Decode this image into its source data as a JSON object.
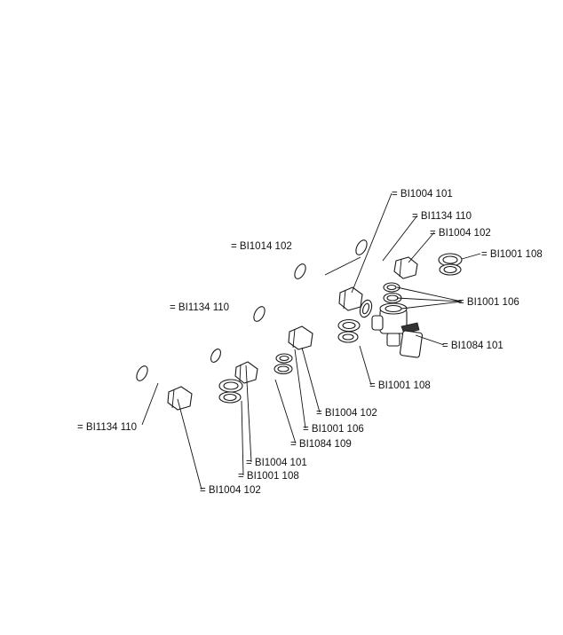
{
  "labels": {
    "top_bi1004_101": "= BI1004 101",
    "top_bi1134_110": "= BI1134 110",
    "top_bi1004_102": "= BI1004 102",
    "top_bi1001_108": "= BI1001 108",
    "top_bi1014_102": "= BI1014 102",
    "top_bi1001_106": "= BI1001 106",
    "top_bi1084_101": "= BI1084 101",
    "mid_bi1134_110": "= BI1134 110",
    "mid_bi1001_108": "= BI1001 108",
    "mid_bi1004_102": "= BI1004 102",
    "mid_bi1001_106": "= BI1001 106",
    "mid_bi1084_109": "= BI1084 109",
    "low_bi1134_110": "= BI1134 110",
    "low_bi1004_101": "= BI1004 101",
    "low_bi1001_108": "= BI1001 108",
    "low_bi1004_102": "= BI1004 102"
  }
}
